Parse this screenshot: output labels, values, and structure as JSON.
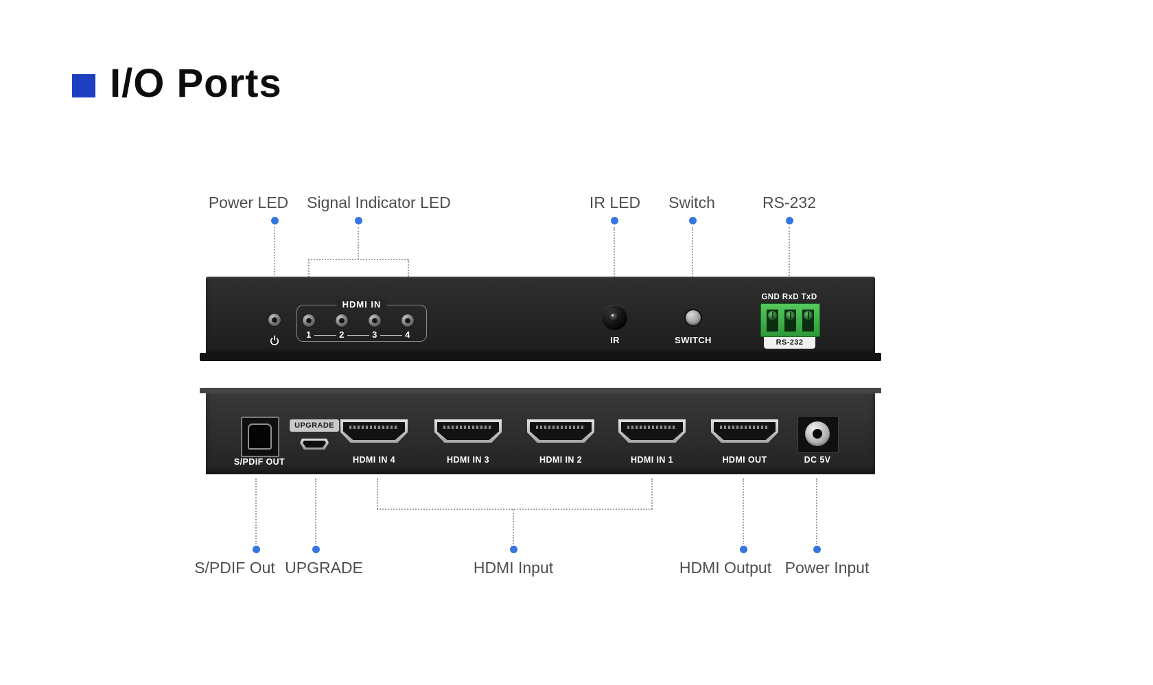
{
  "title": {
    "text": "I/O Ports"
  },
  "colors": {
    "accent_square": "#1e3fc0",
    "callout_dot": "#3575e0",
    "rs232_green": "#3aa746"
  },
  "top_callouts": {
    "power_led": "Power LED",
    "signal_led": "Signal Indicator LED",
    "ir_led": "IR LED",
    "switch": "Switch",
    "rs232": "RS-232"
  },
  "front_panel": {
    "hdmi_in_title": "HDMI IN",
    "led_numbers": [
      "1",
      "2",
      "3",
      "4"
    ],
    "ir": "IR",
    "switch": "SWITCH",
    "rs232_pins": "GND RxD TxD",
    "rs232_label": "RS-232"
  },
  "rear_panel": {
    "spdif": "S/PDIF OUT",
    "upgrade": "UPGRADE",
    "hdmi_in_4": "HDMI IN 4",
    "hdmi_in_3": "HDMI IN 3",
    "hdmi_in_2": "HDMI IN 2",
    "hdmi_in_1": "HDMI IN 1",
    "hdmi_out": "HDMI OUT",
    "dc": "DC 5V"
  },
  "bottom_callouts": {
    "spdif": "S/PDIF Out",
    "upgrade": "UPGRADE",
    "hdmi_input": "HDMI Input",
    "hdmi_output": "HDMI Output",
    "power_input": "Power Input"
  }
}
